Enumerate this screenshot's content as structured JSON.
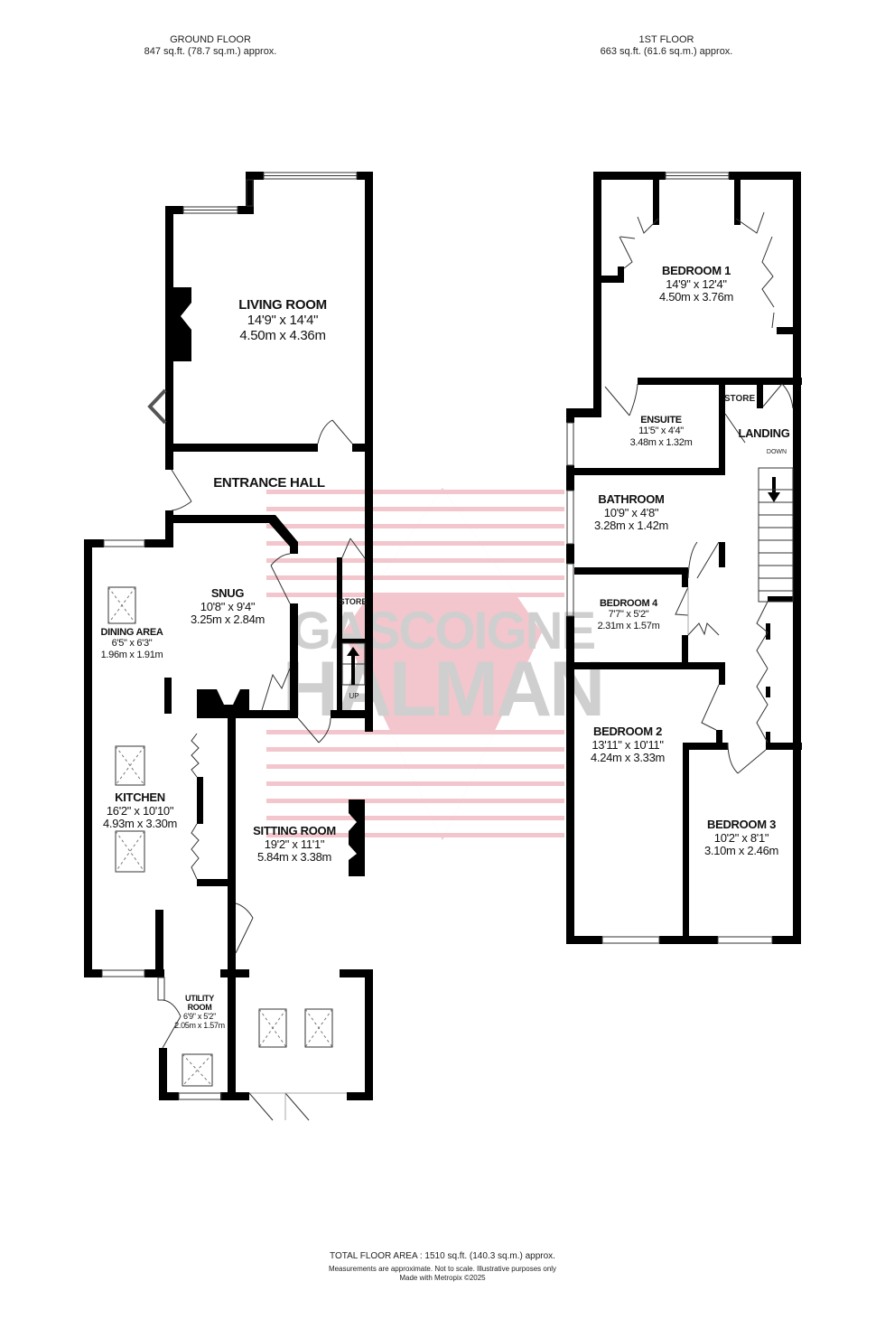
{
  "floors": [
    {
      "name": "GROUND FLOOR",
      "area": "847 sq.ft. (78.7 sq.m.) approx.",
      "rooms": [
        {
          "name": "LIVING ROOM",
          "imperial": "14'9\"  x 14'4\"",
          "metric": "4.50m  x 4.36m"
        },
        {
          "name": "ENTRANCE HALL",
          "imperial": "",
          "metric": ""
        },
        {
          "name": "SNUG",
          "imperial": "10'8\"  x 9'4\"",
          "metric": "3.25m  x 2.84m"
        },
        {
          "name": "DINING AREA",
          "imperial": "6'5\"  x 6'3\"",
          "metric": "1.96m  x 1.91m"
        },
        {
          "name": "KITCHEN",
          "imperial": "16'2\"  x 10'10\"",
          "metric": "4.93m  x 3.30m"
        },
        {
          "name": "SITTING ROOM",
          "imperial": "19'2\"  x 11'1\"",
          "metric": "5.84m  x 3.38m"
        },
        {
          "name": "UTILITY ROOM",
          "imperial": "6'9\"  x 5'2\"",
          "metric": "2.05m  x 1.57m"
        }
      ],
      "tags": {
        "store": "STORE",
        "stairs": "UP"
      }
    },
    {
      "name": "1ST FLOOR",
      "area": "663 sq.ft. (61.6 sq.m.) approx.",
      "rooms": [
        {
          "name": "BEDROOM 1",
          "imperial": "14'9\"  x 12'4\"",
          "metric": "4.50m  x 3.76m"
        },
        {
          "name": "ENSUITE",
          "imperial": "11'5\"  x 4'4\"",
          "metric": "3.48m  x 1.32m"
        },
        {
          "name": "LANDING",
          "imperial": "",
          "metric": ""
        },
        {
          "name": "BATHROOM",
          "imperial": "10'9\"  x 4'8\"",
          "metric": "3.28m  x 1.42m"
        },
        {
          "name": "BEDROOM 4",
          "imperial": "7'7\"  x 5'2\"",
          "metric": "2.31m  x 1.57m"
        },
        {
          "name": "BEDROOM 2",
          "imperial": "13'11\"  x 10'11\"",
          "metric": "4.24m  x 3.33m"
        },
        {
          "name": "BEDROOM 3",
          "imperial": "10'2\"  x 8'1\"",
          "metric": "3.10m  x 2.46m"
        }
      ],
      "tags": {
        "store": "STORE",
        "stairs": "DOWN"
      }
    }
  ],
  "watermark": {
    "line1": "GASCOIGNE",
    "line2": "HALMAN",
    "stripe_color": "#f2c6cc",
    "text_color": "#cfcfcf"
  },
  "footer": {
    "total": "TOTAL FLOOR AREA : 1510 sq.ft. (140.3 sq.m.) approx.",
    "disclaimer": "Measurements are approximate.  Not to scale.  Illustrative purposes only",
    "credit": "Made with Metropix ©2025"
  },
  "colors": {
    "wall": "#000000",
    "background": "#ffffff",
    "text": "#111111"
  }
}
